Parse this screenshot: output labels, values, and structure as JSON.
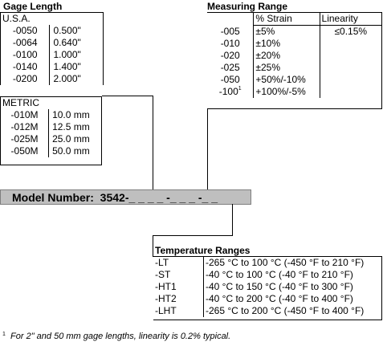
{
  "gage_length": {
    "title": "Gage Length",
    "usa_label": "U.S.A.",
    "usa_rows": [
      {
        "code": "-0050",
        "value": "0.500\""
      },
      {
        "code": "-0064",
        "value": "0.640\""
      },
      {
        "code": "-0100",
        "value": "1.000\""
      },
      {
        "code": "-0140",
        "value": "1.400\""
      },
      {
        "code": "-0200",
        "value": "2.000\""
      }
    ],
    "metric_label": "METRIC",
    "metric_rows": [
      {
        "code": "-010M",
        "value": "10.0 mm"
      },
      {
        "code": "-012M",
        "value": "12.5 mm"
      },
      {
        "code": "-025M",
        "value": "25.0 mm"
      },
      {
        "code": "-050M",
        "value": "50.0 mm"
      }
    ]
  },
  "measuring_range": {
    "title": "Measuring Range",
    "col_strain": "% Strain",
    "col_linearity": "Linearity",
    "linearity_value": "≤0.15%",
    "rows": [
      {
        "code": "-005",
        "strain": "±5%"
      },
      {
        "code": "-010",
        "strain": "±10%"
      },
      {
        "code": "-020",
        "strain": "±20%"
      },
      {
        "code": "-025",
        "strain": "±25%"
      },
      {
        "code": "-050",
        "strain": "+50%/-10%"
      },
      {
        "code": "-100",
        "strain": "+100%/-5%"
      }
    ],
    "footnote_mark": "1"
  },
  "model": {
    "label": "Model Number:",
    "number": "3542-_ _ _ _ -_ _ _ -_ _"
  },
  "temperature_ranges": {
    "title": "Temperature Ranges",
    "rows": [
      {
        "code": "-LT",
        "range": "-265 °C to 100 °C (-450 °F to 210 °F)"
      },
      {
        "code": "-ST",
        "range": "-40 °C to 100 °C (-40 °F to 210 °F)"
      },
      {
        "code": "-HT1",
        "range": "-40 °C to 150 °C (-40 °F to 300 °F)"
      },
      {
        "code": "-HT2",
        "range": "-40 °C to 200 °C (-40 °F to 400 °F)"
      },
      {
        "code": "-LHT",
        "range": "-265 °C to 200 °C (-450 °F to 400 °F)"
      }
    ]
  },
  "footnote": {
    "mark": "1",
    "text": "For 2\" and 50 mm gage lengths, linearity is 0.2% typical."
  }
}
